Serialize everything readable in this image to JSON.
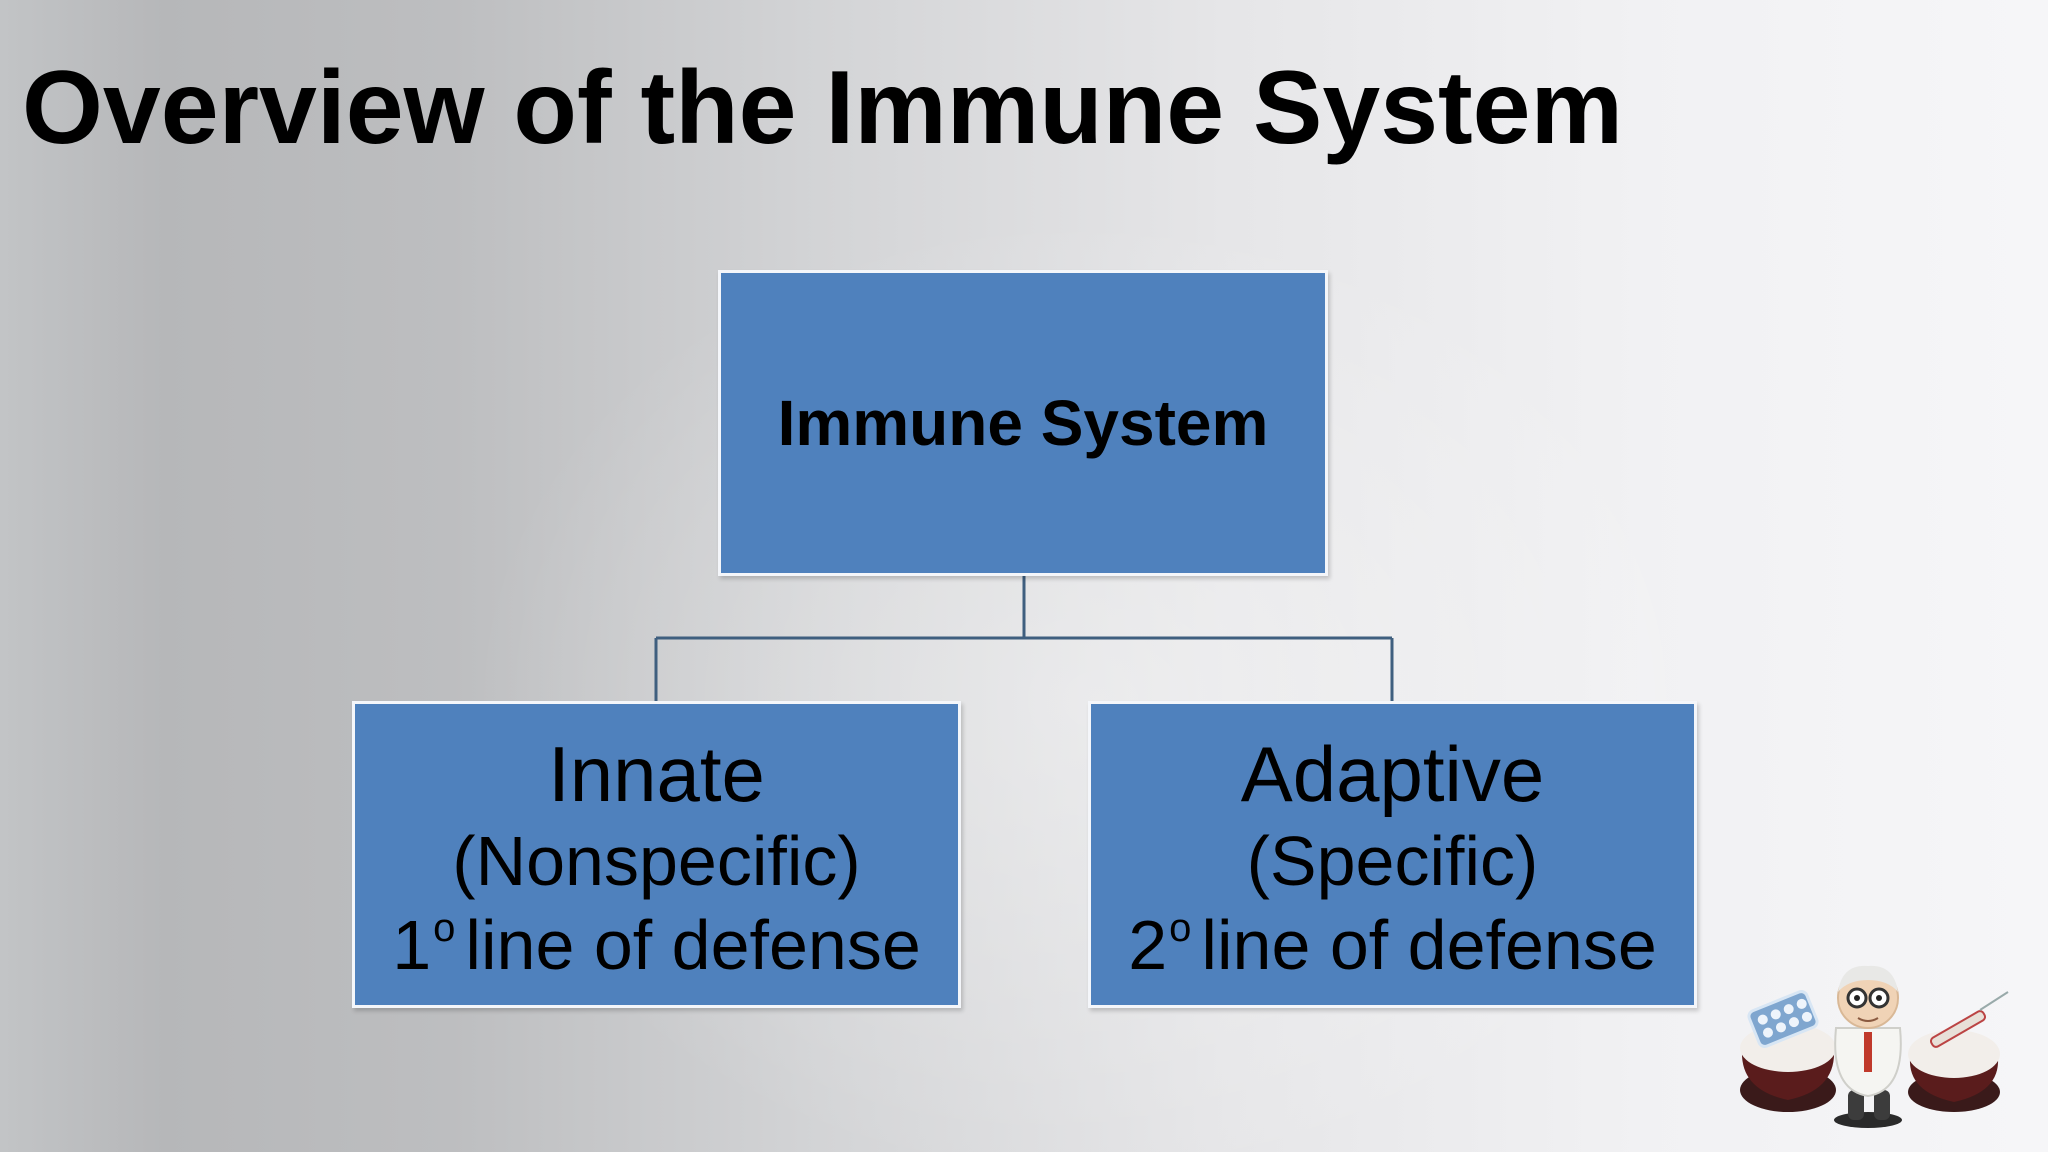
{
  "slide": {
    "title": "Overview of the Immune System"
  },
  "diagram": {
    "root": {
      "label": "Immune System"
    },
    "children": [
      {
        "title": "Innate",
        "subtitle": "(Nonspecific)",
        "ordinal": "1",
        "ordinal_mark": "o",
        "defense_text": "line of defense"
      },
      {
        "title": "Adaptive",
        "subtitle": "(Specific)",
        "ordinal": "2",
        "ordinal_mark": "o",
        "defense_text": "line of defense"
      }
    ],
    "colors": {
      "box_fill": "#4f81bd",
      "box_border": "#f4f6fa",
      "connector": "#3f5f7f",
      "text": "#000000"
    }
  },
  "decoration": {
    "icon": "doctor-mascot-icon"
  }
}
